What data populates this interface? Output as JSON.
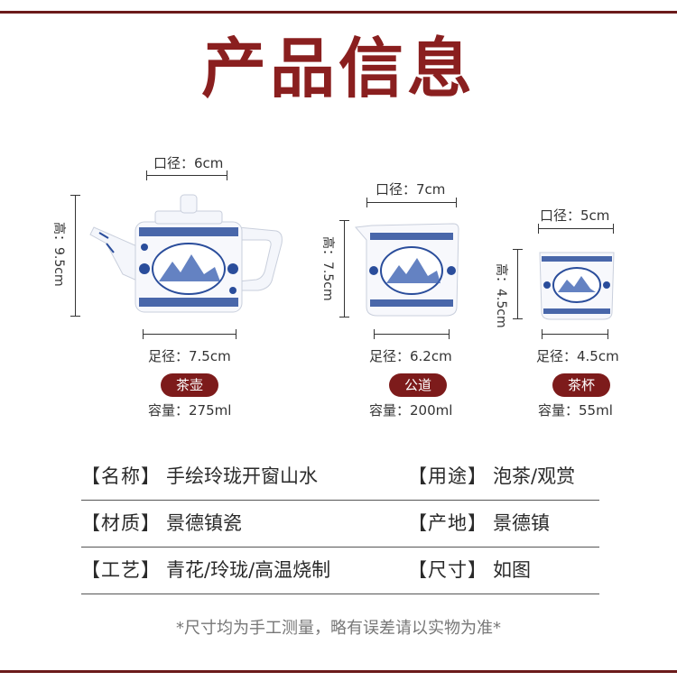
{
  "title": "产品信息",
  "colors": {
    "accent": "#7d1b1b",
    "title": "#8a1f1f",
    "porcelain_blue": "#1f3f8f"
  },
  "products": [
    {
      "name": "茶壶",
      "mouth": "口径：6cm",
      "height": "高：9.5cm",
      "foot": "足径：7.5cm",
      "capacity": "容量：275ml",
      "image_icon": "teapot-icon"
    },
    {
      "name": "公道",
      "mouth": "口径：7cm",
      "height": "高：7.5cm",
      "foot": "足径：6.2cm",
      "capacity": "容量：200ml",
      "image_icon": "fair-cup-icon"
    },
    {
      "name": "茶杯",
      "mouth": "口径：5cm",
      "height": "高：4.5cm",
      "foot": "足径：4.5cm",
      "capacity": "容量：55ml",
      "image_icon": "teacup-icon"
    }
  ],
  "specs": [
    {
      "left_key": "【名称】",
      "left_val": "手绘玲珑开窗山水",
      "right_key": "【用途】",
      "right_val": "泡茶/观赏"
    },
    {
      "left_key": "【材质】",
      "left_val": "景德镇瓷",
      "right_key": "【产地】",
      "right_val": "景德镇"
    },
    {
      "left_key": "【工艺】",
      "left_val": "青花/玲珑/高温烧制",
      "right_key": "【尺寸】",
      "right_val": "如图"
    }
  ],
  "note": "*尺寸均为手工测量，略有误差请以实物为准*"
}
